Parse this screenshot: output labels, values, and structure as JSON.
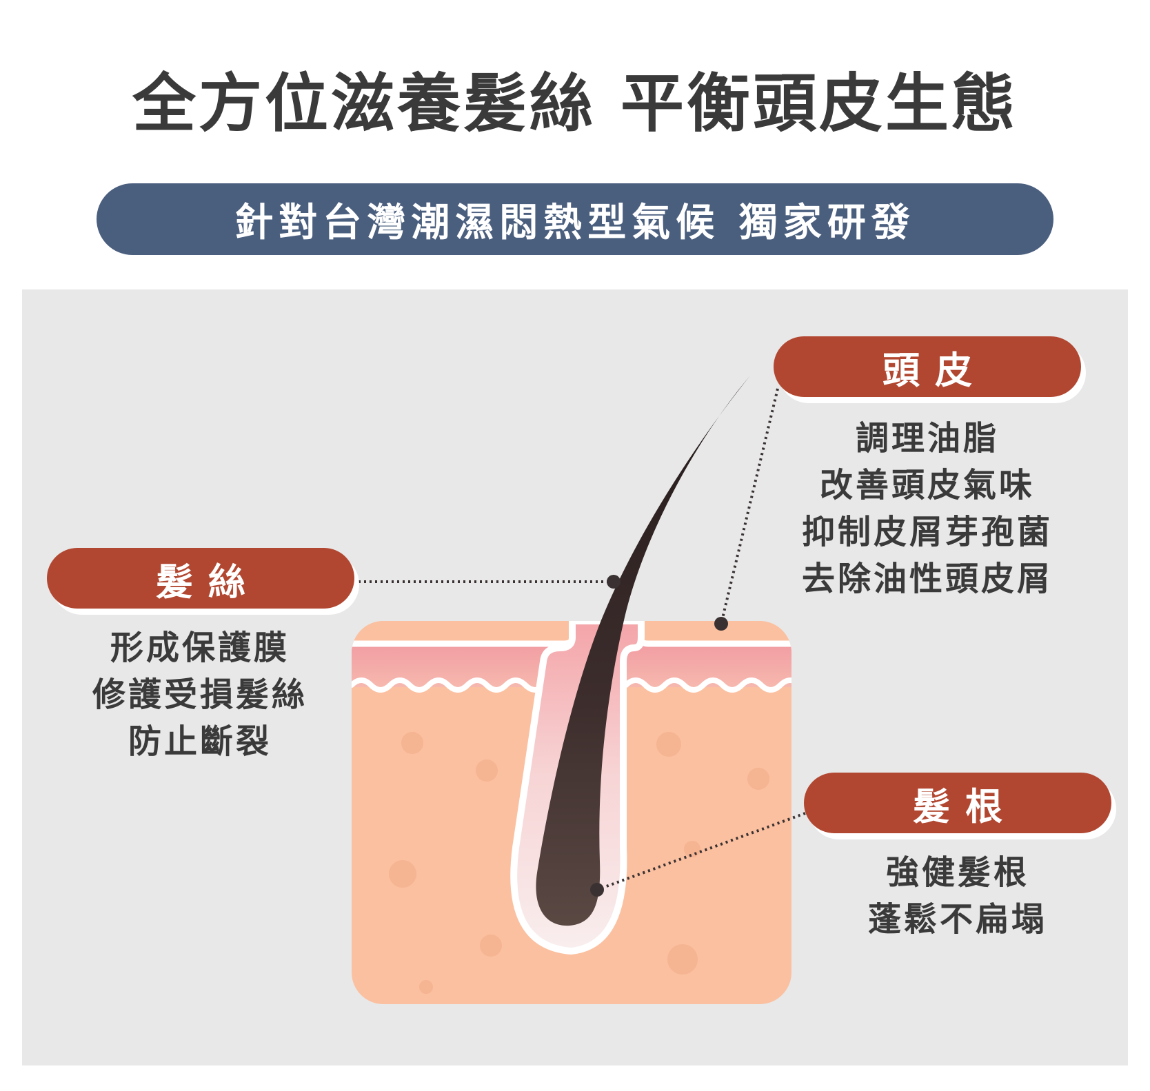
{
  "title": "全方位滋養髮絲 平衡頭皮生態",
  "subtitle": "針對台灣潮濕悶熱型氣候 獨家研發",
  "colors": {
    "title_text": "#3a3a3a",
    "subtitle_bg": "#4a5e7e",
    "label_bg": "#b24731",
    "panel_bg": "#e8e8e8",
    "skin": "#fbc0a0",
    "dermis_pink": "#f2a1a4",
    "hair": "#2e2222"
  },
  "callouts": {
    "hair": {
      "label": "髮絲",
      "lines": [
        "形成保護膜",
        "修護受損髮絲",
        "防止斷裂"
      ]
    },
    "scalp": {
      "label": "頭皮",
      "lines": [
        "調理油脂",
        "改善頭皮氣味",
        "抑制皮屑芽孢菌",
        "去除油性頭皮屑"
      ]
    },
    "root": {
      "label": "髮根",
      "lines": [
        "強健髮根",
        "蓬鬆不扁塌"
      ]
    }
  }
}
